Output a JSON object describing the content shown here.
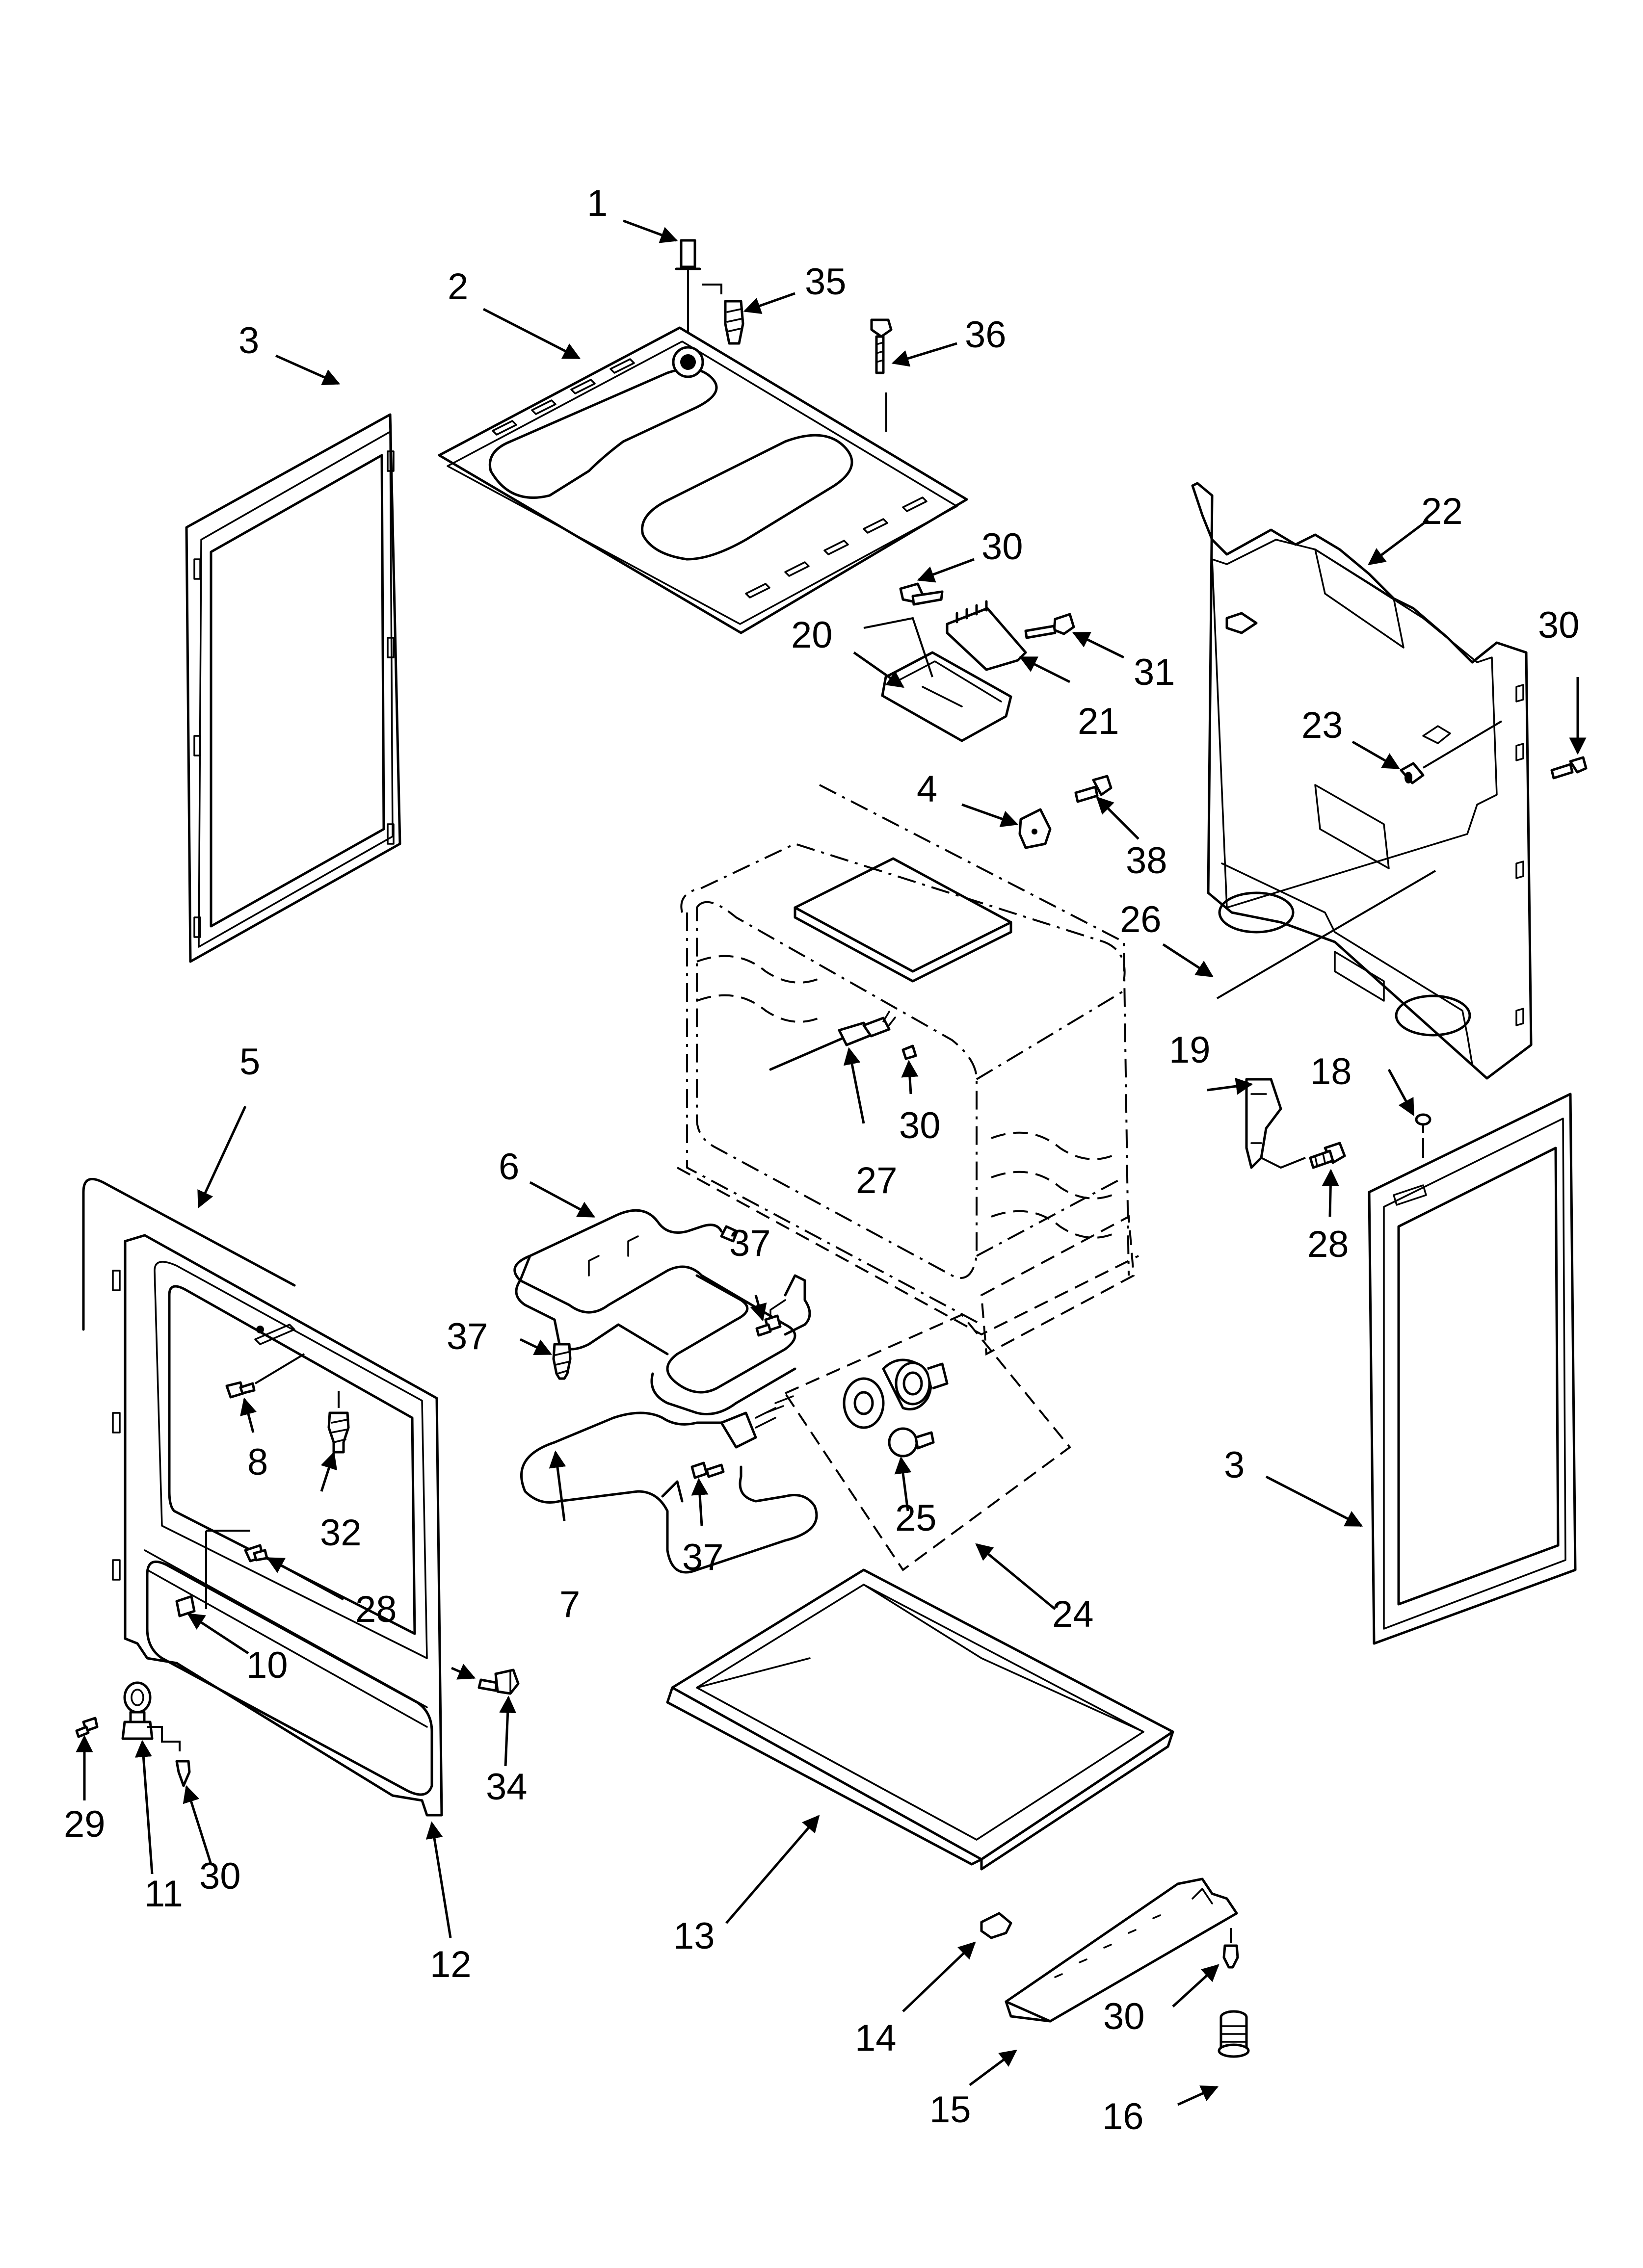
{
  "callouts": {
    "c1": "1",
    "c2": "2",
    "c3a": "3",
    "c3b": "3",
    "c4": "4",
    "c5": "5",
    "c6": "6",
    "c7": "7",
    "c8": "8",
    "c10": "10",
    "c11": "11",
    "c12": "12",
    "c13": "13",
    "c14": "14",
    "c15": "15",
    "c16": "16",
    "c18": "18",
    "c19": "19",
    "c20": "20",
    "c21": "21",
    "c22": "22",
    "c23": "23",
    "c24": "24",
    "c25": "25",
    "c26": "26",
    "c27": "27",
    "c28a": "28",
    "c28b": "28",
    "c29": "29",
    "c30a": "30",
    "c30b": "30",
    "c30c": "30",
    "c30d": "30",
    "c30e": "30",
    "c31": "31",
    "c32": "32",
    "c34": "34",
    "c35": "35",
    "c36": "36",
    "c37a": "37",
    "c37b": "37",
    "c37c": "37",
    "c38": "38"
  }
}
